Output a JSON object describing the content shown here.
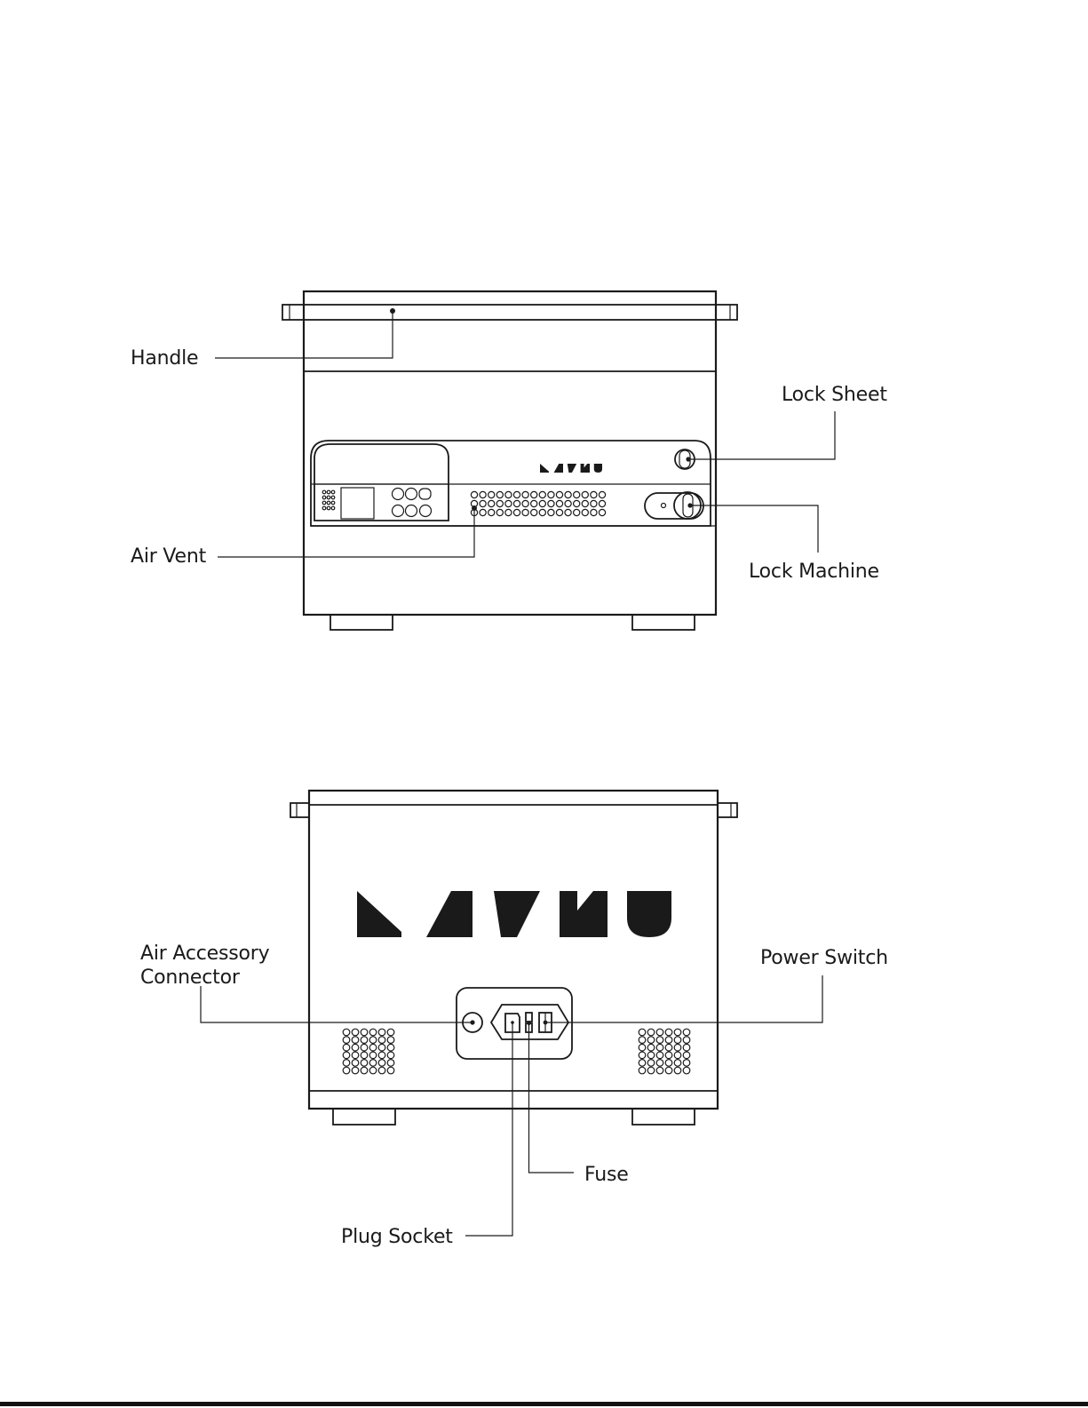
{
  "front_view": {
    "brand": "MAYKU",
    "labels": {
      "handle": "Handle",
      "air_vent": "Air Vent",
      "lock_sheet": "Lock Sheet",
      "lock_machine": "Lock Machine"
    }
  },
  "rear_view": {
    "brand": "MAYKU",
    "labels": {
      "air_accessory_line1": "Air Accessory",
      "air_accessory_line2": "Connector",
      "power_switch": "Power Switch",
      "fuse": "Fuse",
      "plug_socket": "Plug Socket"
    }
  },
  "colors": {
    "ink": "#1a1a1a",
    "background": "#ffffff"
  }
}
